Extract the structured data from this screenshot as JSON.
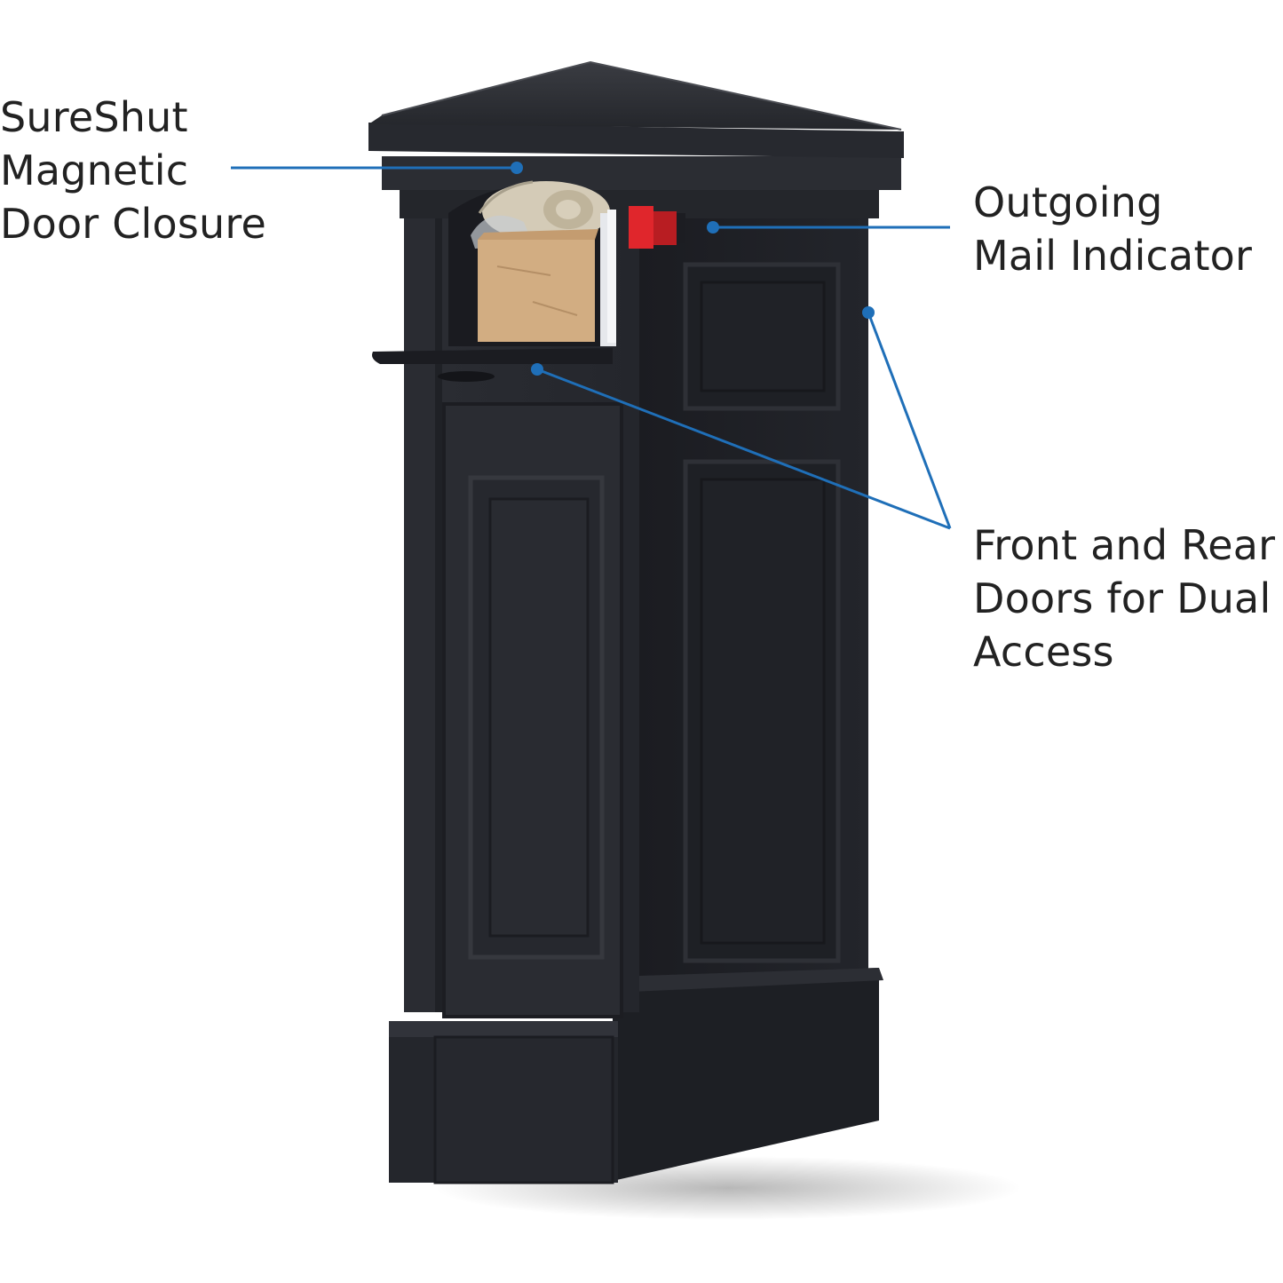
{
  "product": {
    "body_color": "#25272d",
    "flag_color": "#e0262c",
    "leader_color": "#1f6fb8"
  },
  "callouts": [
    {
      "id": "door-closure",
      "lines": [
        "SureShut",
        "Magnetic",
        "Door Closure"
      ]
    },
    {
      "id": "mail-indicator",
      "lines": [
        "Outgoing",
        "Mail Indicator"
      ]
    },
    {
      "id": "dual-doors",
      "lines": [
        "Front and Rear",
        "Doors for Dual",
        "Access"
      ]
    }
  ]
}
